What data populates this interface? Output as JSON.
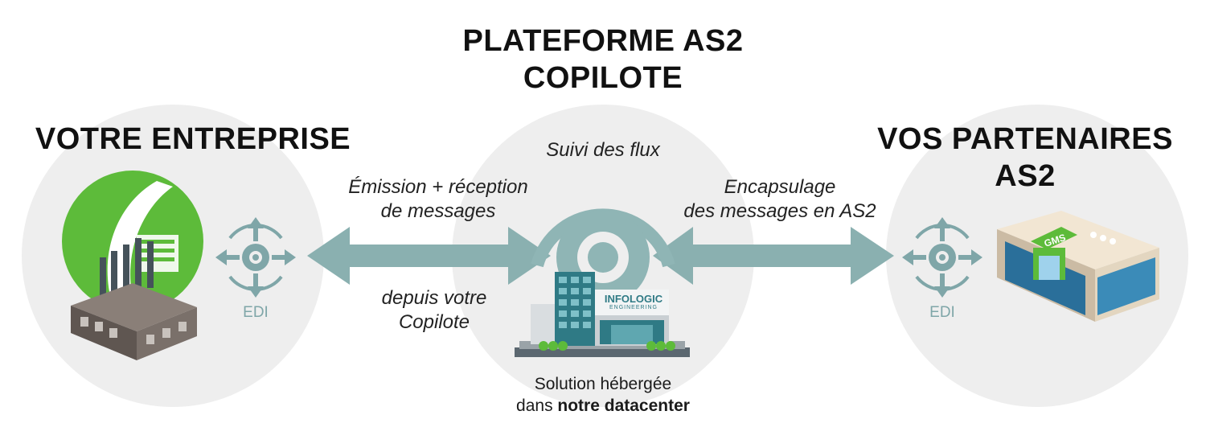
{
  "center": {
    "title_line1": "PLATEFORME AS2",
    "title_line2": "COPILOTE",
    "monitoring_label": "Suivi des flux",
    "footnote_line1": "Solution hébergée",
    "footnote_line2_prefix": "dans ",
    "footnote_line2_bold": "notre datacenter",
    "building_sign": "INFOLOGIC",
    "building_subsign": "ENGINEERING"
  },
  "left": {
    "title": "VOTRE ENTREPRISE",
    "edi_label": "EDI",
    "arrow_caption_top_line1": "Émission + réception",
    "arrow_caption_top_line2": "de messages",
    "arrow_caption_bottom_line1": "depuis votre",
    "arrow_caption_bottom_line2": "Copilote"
  },
  "right": {
    "title_line1": "VOS PARTENAIRES",
    "title_line2": "AS2",
    "edi_label": "EDI",
    "arrow_caption_top_line1": "Encapsulage",
    "arrow_caption_top_line2": "des messages en AS2",
    "building_sign": "GMS"
  },
  "colors": {
    "bubble": "#eeeeee",
    "arrow": "#8ab0b0",
    "edi_icon": "#7fa6a8",
    "ring": "#8fb5b5",
    "factory_disc": "#5dbb3a"
  },
  "icons": [
    "factory-icon",
    "edi-move-icon",
    "server-ring-icon",
    "office-building-icon",
    "supermarket-building-icon"
  ]
}
